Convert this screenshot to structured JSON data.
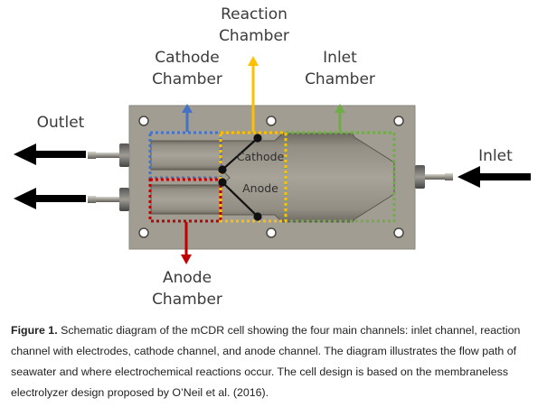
{
  "diagram": {
    "labels": {
      "reaction_chamber": [
        "Reaction",
        "Chamber"
      ],
      "cathode_chamber": [
        "Cathode",
        "Chamber"
      ],
      "inlet_chamber": [
        "Inlet",
        "Chamber"
      ],
      "anode_chamber": [
        "Anode",
        "Chamber"
      ],
      "outlet": "Outlet",
      "inlet": "Inlet",
      "cathode_electrode": "Cathode",
      "anode_electrode": "Anode"
    },
    "colors": {
      "cathode_chamber": "#4472c4",
      "anode_chamber": "#c00000",
      "reaction_chamber": "#ffc000",
      "inlet_chamber": "#70ad47",
      "plate": "#a29d92",
      "channel": "#8a867c",
      "flow_arrow": "#000000"
    }
  },
  "caption": {
    "figure_label": "Figure 1.",
    "text": " Schematic diagram of the mCDR cell showing the four main channels: inlet channel, reaction channel with electrodes, cathode channel, and anode channel. The diagram illustrates the flow path of seawater and where electrochemical reactions occur. The cell design is based on the membraneless electrolyzer design proposed by O’Neil et al. (2016)."
  }
}
